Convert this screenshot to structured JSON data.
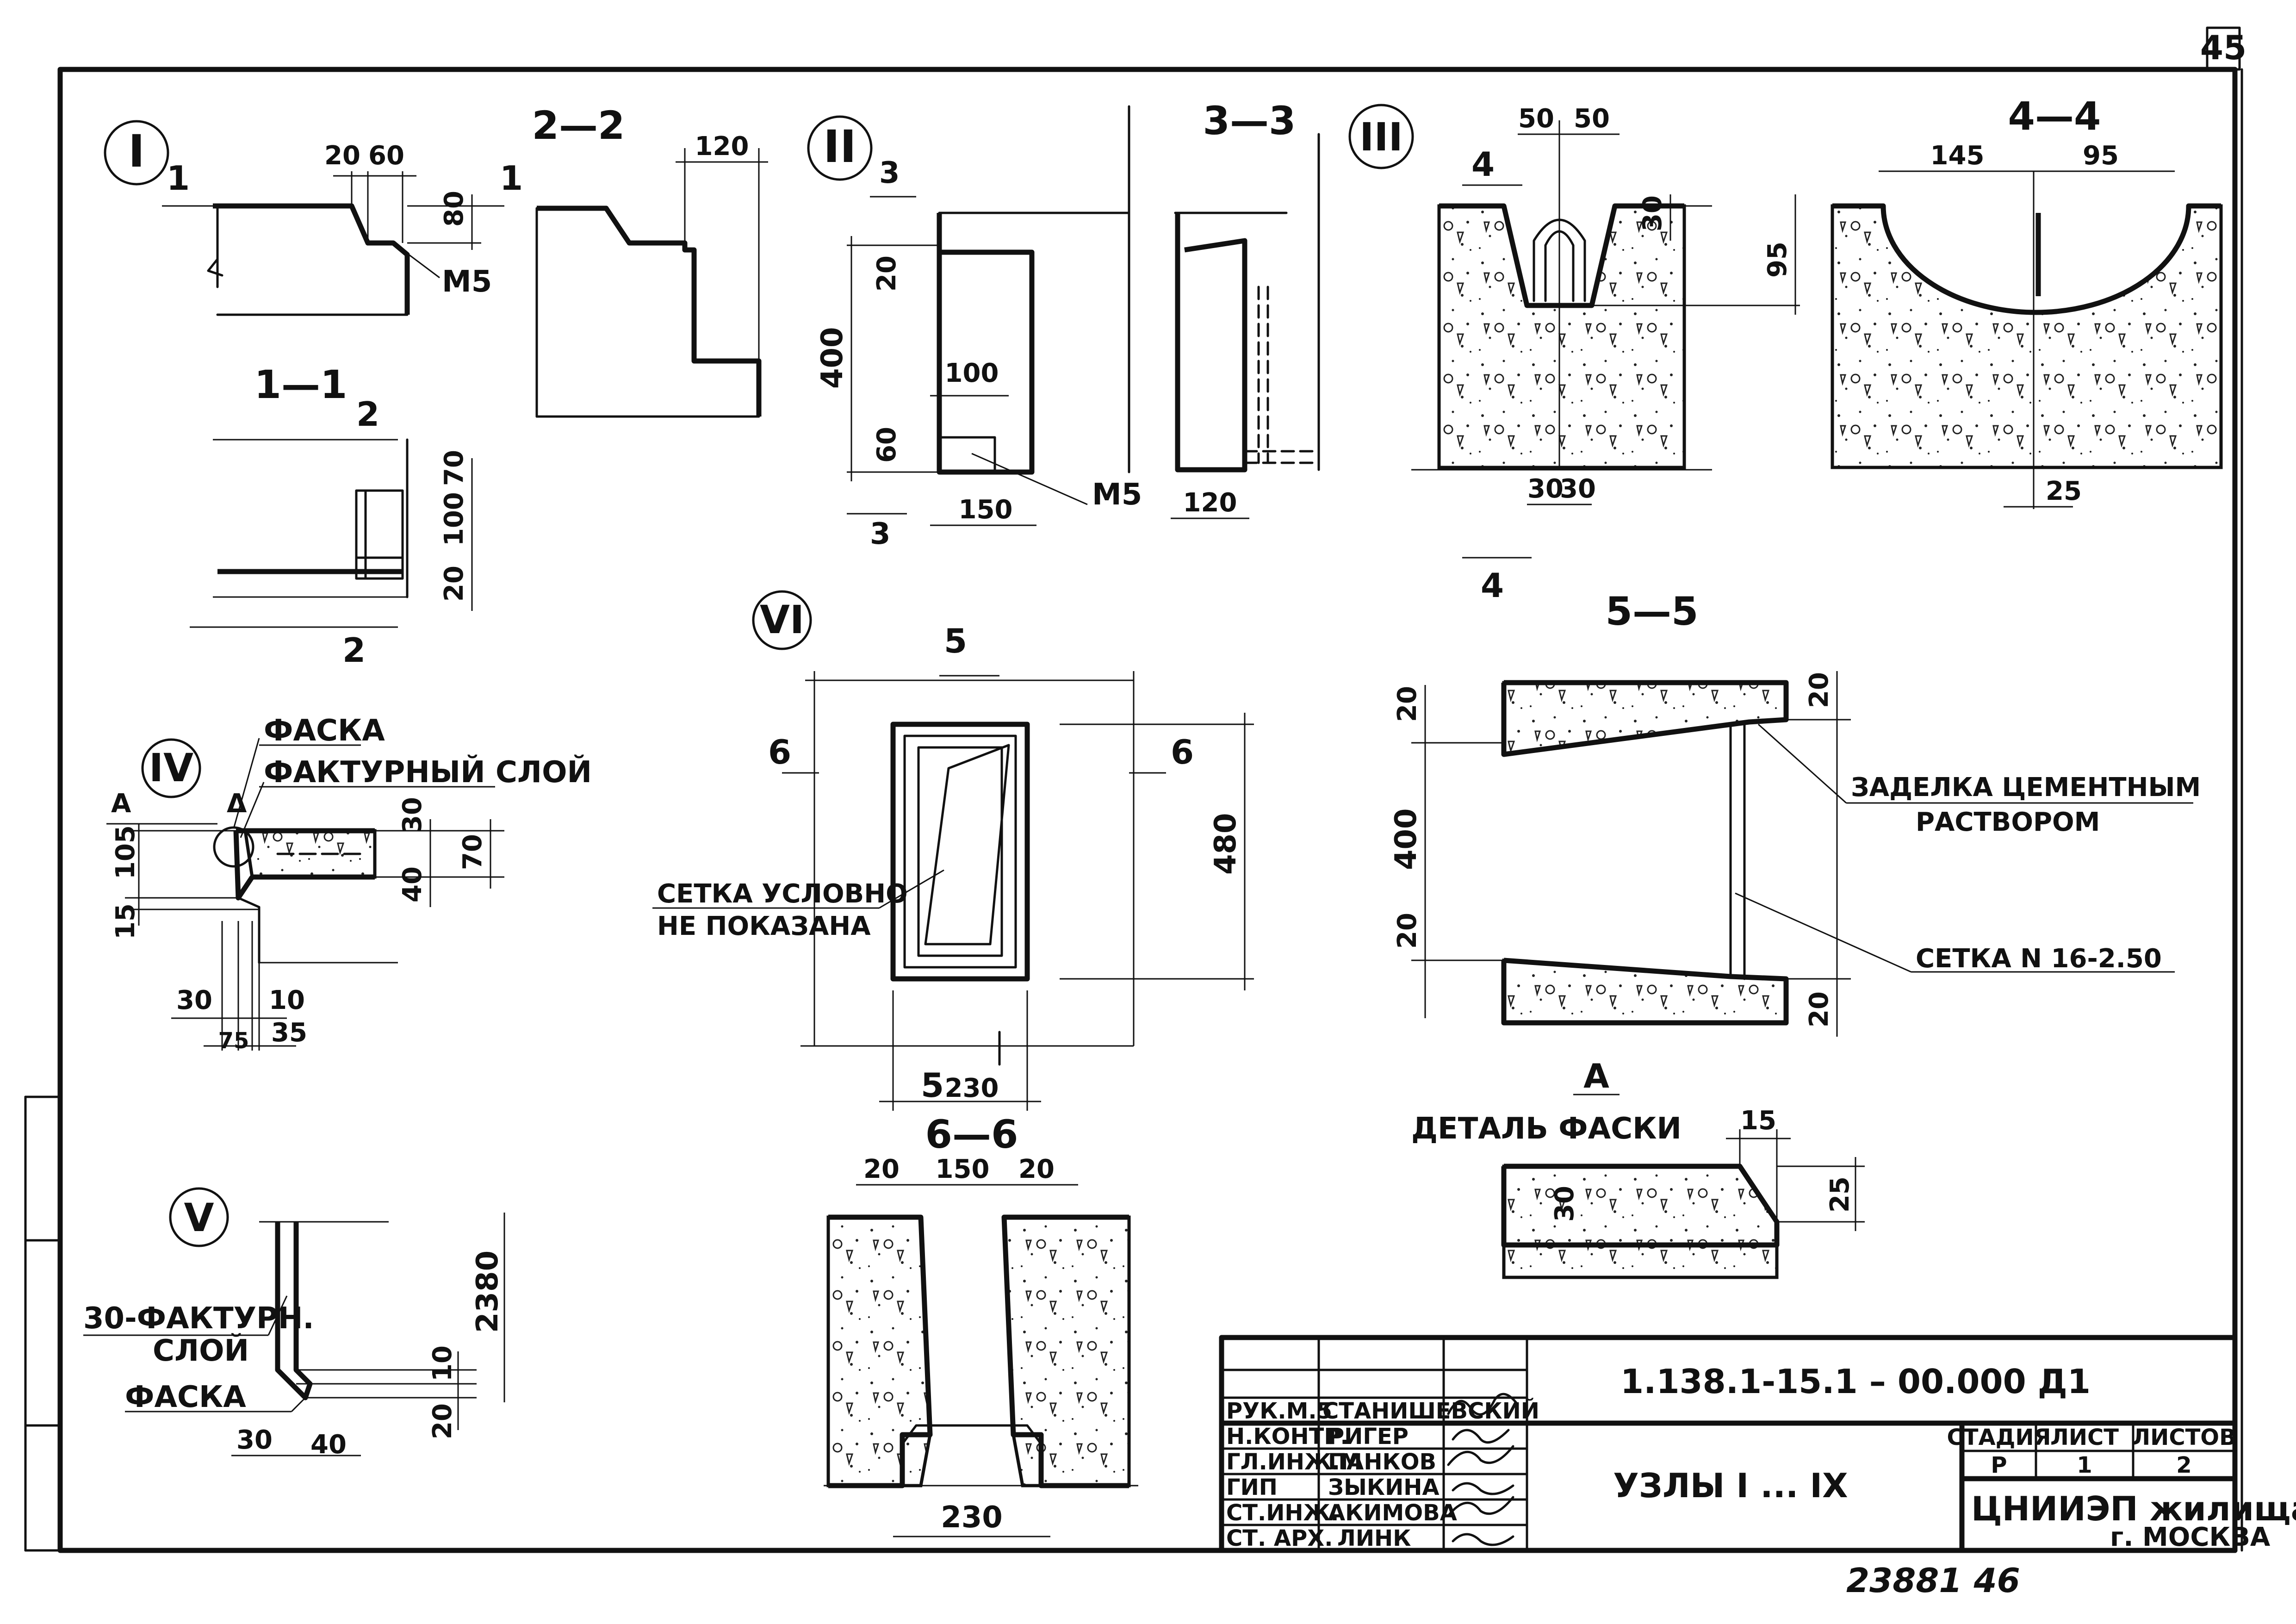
{
  "sheet": {
    "page_number": "45",
    "bottom_numbers": "23881  46"
  },
  "nodes": {
    "I": "I",
    "II": "II",
    "III": "III",
    "IV": "IV",
    "V": "V",
    "VI": "VI"
  },
  "sections": {
    "s1": "1—1",
    "s2": "2—2",
    "s3": "3—3",
    "s4": "4—4",
    "s5": "5—5",
    "s6": "6—6",
    "A": "А"
  },
  "cut_marks": {
    "m1": "1",
    "m2": "2",
    "m3": "3",
    "m4": "4",
    "m5": "5",
    "m6": "6"
  },
  "dims": {
    "d20": "20",
    "d60": "60",
    "d80": "80",
    "d120": "120",
    "d70": "70",
    "d100": "100",
    "d400": "400",
    "d150": "150",
    "d50": "50",
    "d30": "30",
    "d95": "95",
    "d145": "145",
    "d25": "25",
    "d480": "480",
    "d230": "230",
    "d105": "105",
    "d15": "15",
    "d40": "40",
    "d10": "10",
    "d75": "75",
    "d35": "35",
    "d2380": "2380",
    "d30f": "30"
  },
  "labels": {
    "m5": "М5",
    "faska": "ФАСКА",
    "fakturny": "ФАКТУРНЫЙ СЛОЙ",
    "setka_uslovno_1": "СЕТКА УСЛОВНО",
    "setka_uslovno_2": "НЕ ПОКАЗАНА",
    "zadelka_1": "ЗАДЕЛКА ЦЕМЕНТНЫМ",
    "zadelka_2": "РАСТВОРОМ",
    "setka_n16": "СЕТКА N 16-2.50",
    "detal_faski": "ДЕТАЛЬ ФАСКИ",
    "fakturn_1": "30-ФАКТУРН.",
    "fakturn_2": "СЛОЙ",
    "faska_v": "ФАСКА",
    "delta": "Δ"
  },
  "title_block": {
    "code": "1.138.1-15.1 – 00.000 Д1",
    "title": "УЗЛЫ I ... IX",
    "org_1": "ЦНИИЭП жилища",
    "org_2": "г. МОСКВА",
    "stage_header": "СТАДИЯ",
    "sheet_header": "ЛИСТ",
    "sheets_header": "ЛИСТОВ",
    "stage": "Р",
    "sheet": "1",
    "sheets": "2",
    "people": [
      {
        "role": "РУК.М.5",
        "name": "СТАНИШЕВСКИЙ"
      },
      {
        "role": "Н.КОНТР.",
        "name": "РИГЕР"
      },
      {
        "role": "ГЛ.ИНЖ.М",
        "name": "ПАНКОВ"
      },
      {
        "role": "ГИП",
        "name": "ЗЫКИНА"
      },
      {
        "role": "СТ.ИНЖ.",
        "name": "АКИМОВА"
      },
      {
        "role": "СТ. АРХ.",
        "name": "ЛИНК"
      }
    ]
  }
}
